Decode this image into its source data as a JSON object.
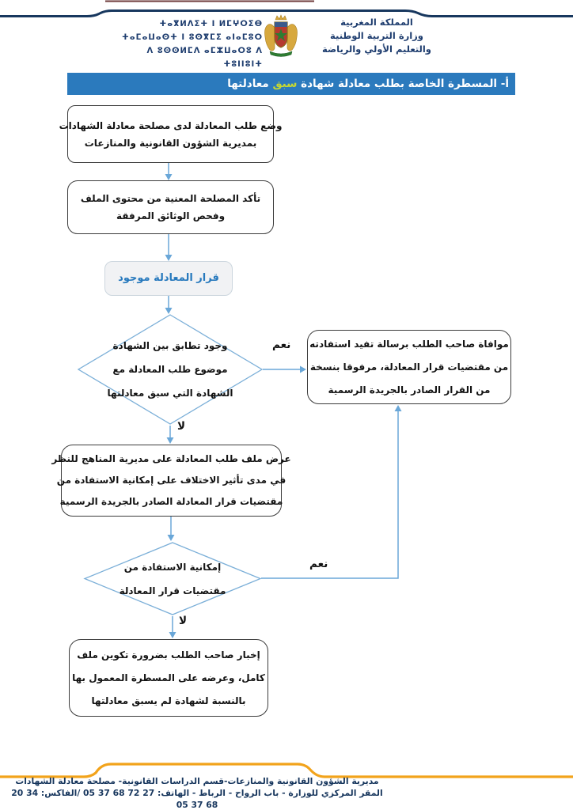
{
  "document": {
    "kingdom_header": {
      "arabic": [
        "المملكة المغربية",
        "وزارة التربية الوطنية",
        "والتعليم الأولي والرياضة"
      ],
      "tifinagh": [
        "ⵜⴰⴳⵍⴷⵉⵜ ⵏ ⵍⵎⵖⵔⵉⴱ",
        "ⵜⴰⵎⴰⵡⴰⵙⵜ ⵏ ⵓⵙⴳⵎⵉ ⴰⵏⴰⵎⵓⵔ",
        "ⴷ ⵓⵙⵙⵍⵎⴷ ⴰⵎⵣⵡⴰⵔⵓ ⴷ ⵜⵓⵏⵏⵓⵏⵜ"
      ],
      "logo": "moroccan-coat-of-arms"
    },
    "section_title": {
      "before_highlight": "أ-  المسطرة الخاصة بطلب معادلة شهادة ",
      "highlight": "سبق",
      "after_highlight": " معادلتها"
    },
    "flowchart": {
      "start": {
        "lines": [
          "وضع طلب المعادلة لدى مصلحة معادلة الشهادات",
          "بمديرية الشؤون القانونية والمنازعات"
        ]
      },
      "check": {
        "lines": [
          "تأكد المصلحة المعنية من محتوى الملف",
          "وفحص الوثائق المرفقة"
        ]
      },
      "state": {
        "label": "قرار المعادلة موجود"
      },
      "decision_match": {
        "lines": [
          "وجود تطابق بين الشهادة",
          "موضوع طلب المعادلة مع",
          "الشهادة التي سبق معادلتها"
        ]
      },
      "notify_benefit": {
        "lines": [
          "موافاة صاحب الطلب برسالة تفيد استفادته",
          "من مقتضيات قرار المعادلة، مرفوقا بنسخة",
          "من القرار الصادر بالجريدة الرسمية"
        ]
      },
      "refer_curricula": {
        "lines": [
          "عرض ملف طلب المعادلة على مديرية المناهج للنظر",
          "في مدى تأثير الاختلاف على إمكانية الاستفادة من",
          "مقتضيات قرار المعادلة الصادر بالجريدة الرسمية"
        ]
      },
      "decision_benefit": {
        "lines": [
          "إمكانية الاستفادة من",
          "مقتضيات قرار المعادلة"
        ]
      },
      "inform_newfile": {
        "lines": [
          "إخبار صاحب الطلب بضرورة تكوين ملف",
          "كامل، وعرضه على المسطرة المعمول بها",
          "بالنسبة لشهادة لم يسبق معادلتها"
        ]
      },
      "yes_label": "نعم",
      "no_label": "لا"
    },
    "footer": {
      "line1": "مديرية الشؤون القانونية والمنازعات-قسم الدراسات القانونية- مصلحة معادلة الشهادات",
      "line2": "المقر المركزي للوزارة - باب الرواح - الرباط - الهاتف: 27 72 68 37 05 /الفاكس: 34 20 68 37 05"
    },
    "colors": {
      "title_bar_bg": "#2b7abd",
      "title_highlight": "#c6d832",
      "top_swoosh": "#17375e",
      "footer_swoosh": "#f2a31b",
      "arrow": "#6aa7d8",
      "state_text": "#2779bd",
      "header_text": "#1d3c6e"
    }
  }
}
